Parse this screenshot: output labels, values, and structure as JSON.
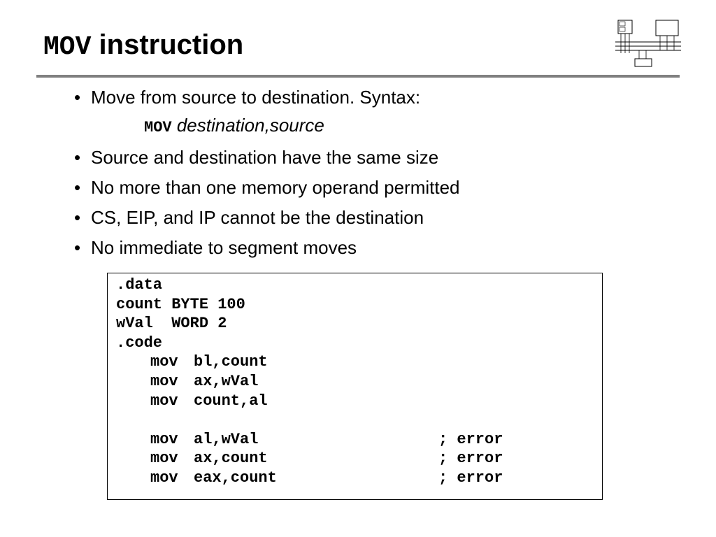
{
  "title": {
    "mono": "MOV",
    "rest": " instruction"
  },
  "thumbnail_icon": "cpu-memory-bus-diagram",
  "bullets": {
    "b1": "Move from source to destination. Syntax:",
    "syntax_kw": "MOV",
    "syntax_args": "destination,source",
    "b2": "Source and destination have the same size",
    "b3": "No more than one memory operand permitted",
    "b4": "CS, EIP, and IP cannot be the destination",
    "b5": "No immediate to segment moves"
  },
  "code": {
    "l1": ".data",
    "l2a": "count",
    "l2b": "BYTE 100",
    "l3a": "wVal",
    "l3b": "WORD 2",
    "l4": ".code",
    "l5a": "mov",
    "l5b": "bl,count",
    "l6a": "mov",
    "l6b": "ax,wVal",
    "l7a": "mov",
    "l7b": "count,al",
    "l8a": "mov",
    "l8b": "al,wVal",
    "l8c": "; error",
    "l9a": "mov",
    "l9b": "ax,count",
    "l9c": "; error",
    "l10a": "mov",
    "l10b": "eax,count",
    "l10c": "; error"
  }
}
